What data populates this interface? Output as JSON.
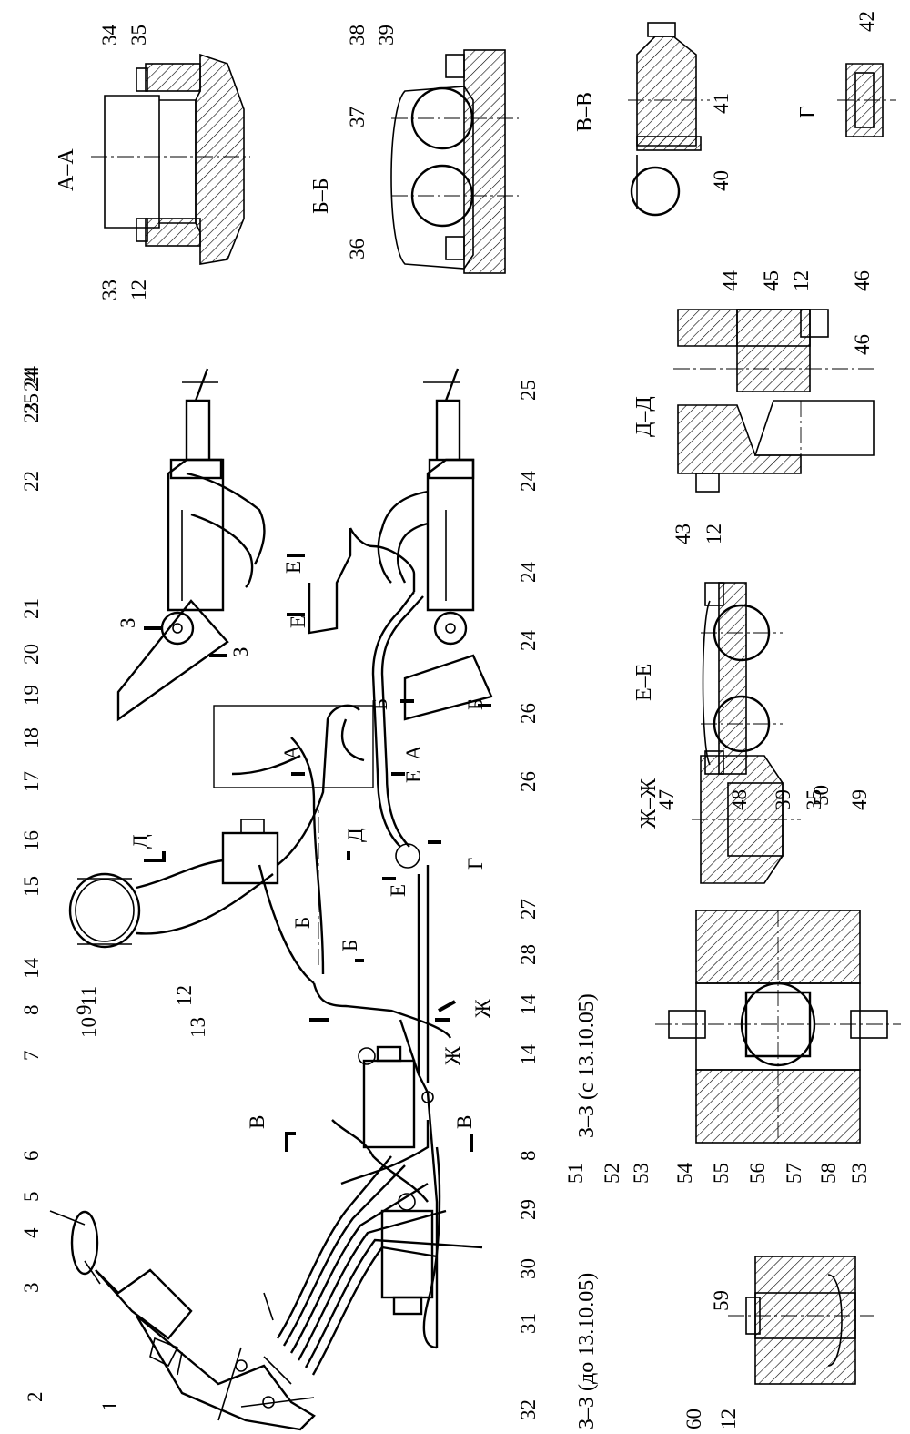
{
  "callouts": {
    "row_bottom": [
      "1",
      "2",
      "3",
      "4",
      "5",
      "6",
      "7",
      "8",
      "9",
      "10",
      "11",
      "12",
      "13",
      "14",
      "15",
      "16",
      "17",
      "18",
      "19",
      "20",
      "21"
    ],
    "row_mid": [
      "32",
      "31",
      "30",
      "29",
      "8",
      "14",
      "14",
      "28",
      "27",
      "Г",
      "26",
      "26",
      "24",
      "24",
      "24",
      "25"
    ],
    "row_top": [
      "22",
      "23",
      "24",
      "25",
      "24"
    ],
    "secA": [
      "33",
      "12",
      "34",
      "35"
    ],
    "secB": [
      "36",
      "37",
      "38",
      "39"
    ],
    "secV": [
      "40",
      "41"
    ],
    "secG": [
      "42"
    ],
    "secD": [
      "43",
      "12",
      "44",
      "45",
      "12",
      "46",
      "46"
    ],
    "secE": [
      "47",
      "48",
      "39",
      "35",
      "49"
    ],
    "secZh": [
      "50"
    ],
    "secZ1": [
      "51",
      "52",
      "53",
      "54",
      "55",
      "56",
      "57",
      "58",
      "53"
    ],
    "secZ2": [
      "60",
      "12",
      "59"
    ]
  },
  "sections": {
    "aa": "А–А",
    "bb": "Б–Б",
    "vv": "В–В",
    "g": "Г",
    "dd": "Д–Д",
    "ee": "Е–Е",
    "zhzh": "Ж–Ж",
    "zz_new": "З–З (с 13.10.05)",
    "zz_old": "З–З (до 13.10.05)"
  },
  "cut_marks": [
    "А",
    "А",
    "Б",
    "Б",
    "Б",
    "Б",
    "В",
    "В",
    "Д",
    "Д",
    "Е",
    "Е",
    "Е",
    "Е",
    "Ж",
    "Ж",
    "З",
    "З"
  ]
}
